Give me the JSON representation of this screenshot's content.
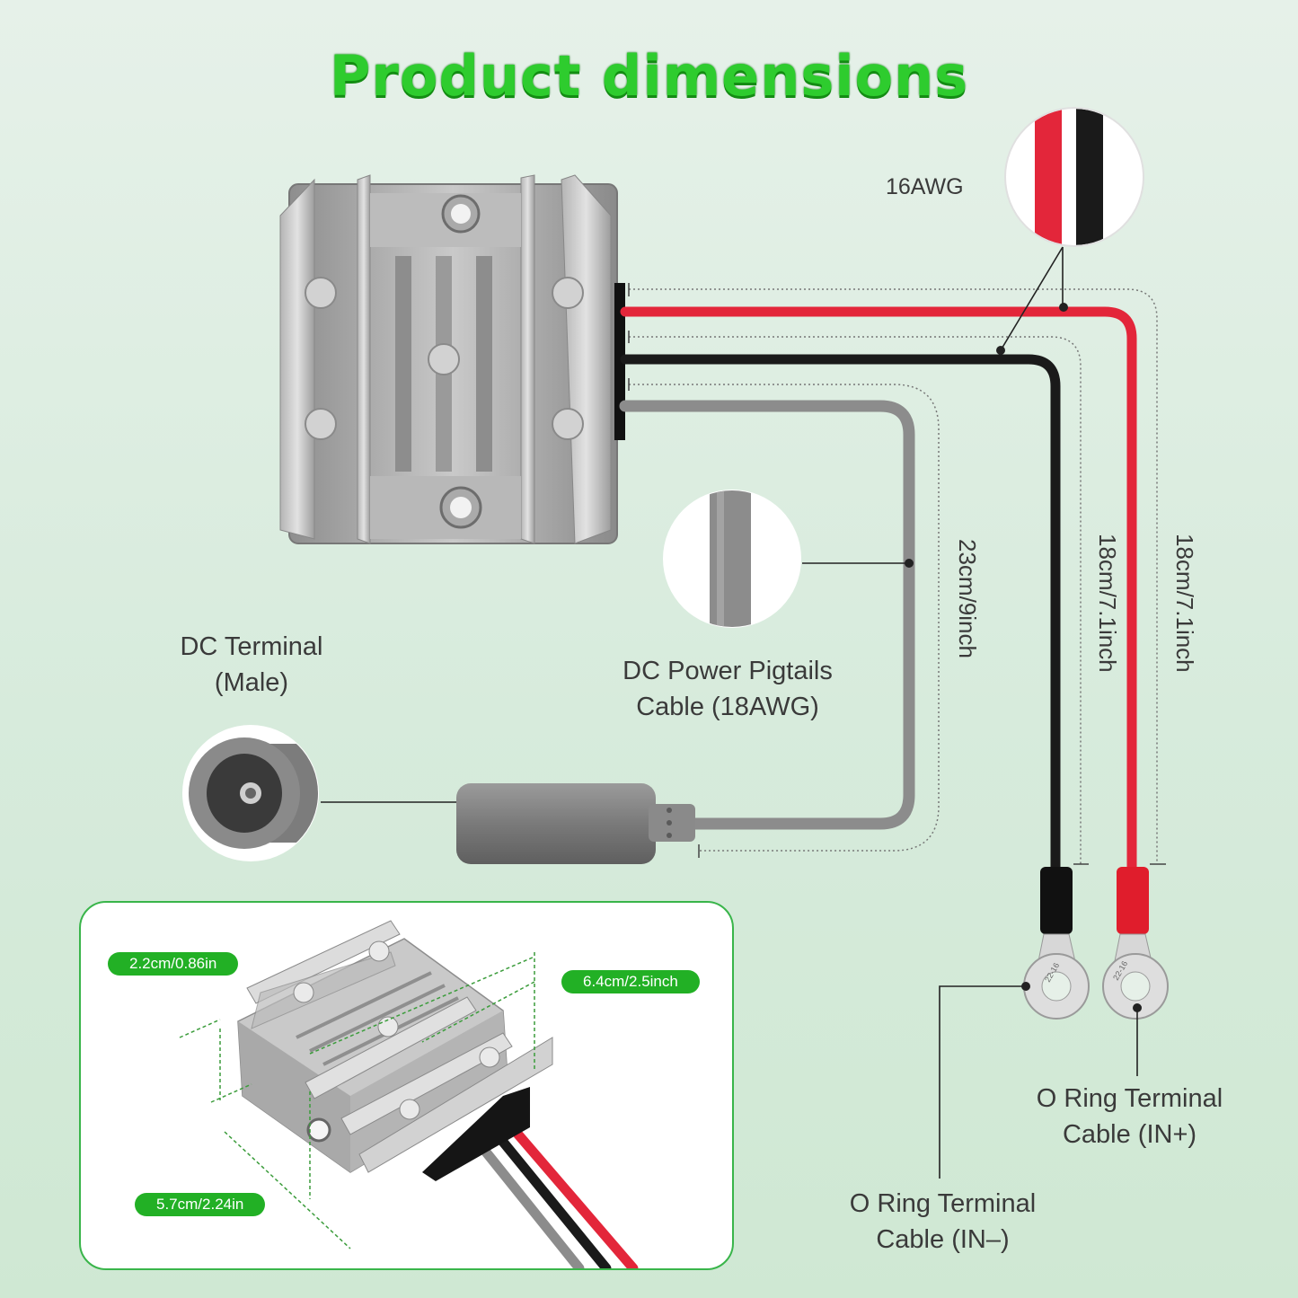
{
  "title": "Product dimensions",
  "wire_gauge_label": "16AWG",
  "dc_terminal": {
    "line1": "DC Terminal",
    "line2": "(Male)"
  },
  "dc_pigtail": {
    "line1": "DC Power Pigtails",
    "line2": "Cable (18AWG)"
  },
  "lengths": {
    "gray_cable": "23cm/9inch",
    "black_cable": "18cm/7.1inch",
    "red_cable": "18cm/7.1inch"
  },
  "ring_in_plus": {
    "line1": "O Ring Terminal",
    "line2": "Cable (IN+)"
  },
  "ring_in_minus": {
    "line1": "O Ring Terminal",
    "line2": "Cable (IN–)"
  },
  "dimensions": {
    "height": "2.2cm/0.86in",
    "length": "6.4cm/2.5inch",
    "width": "5.7cm/2.24in"
  },
  "ring_lug_marks": {
    "left": "22-16",
    "right": "22-16"
  },
  "colors": {
    "title_green": "#2ecc2e",
    "wire_red": "#e3263a",
    "wire_black": "#1a1a1a",
    "wire_gray": "#8c8c8c",
    "pill_green": "#22b025"
  }
}
